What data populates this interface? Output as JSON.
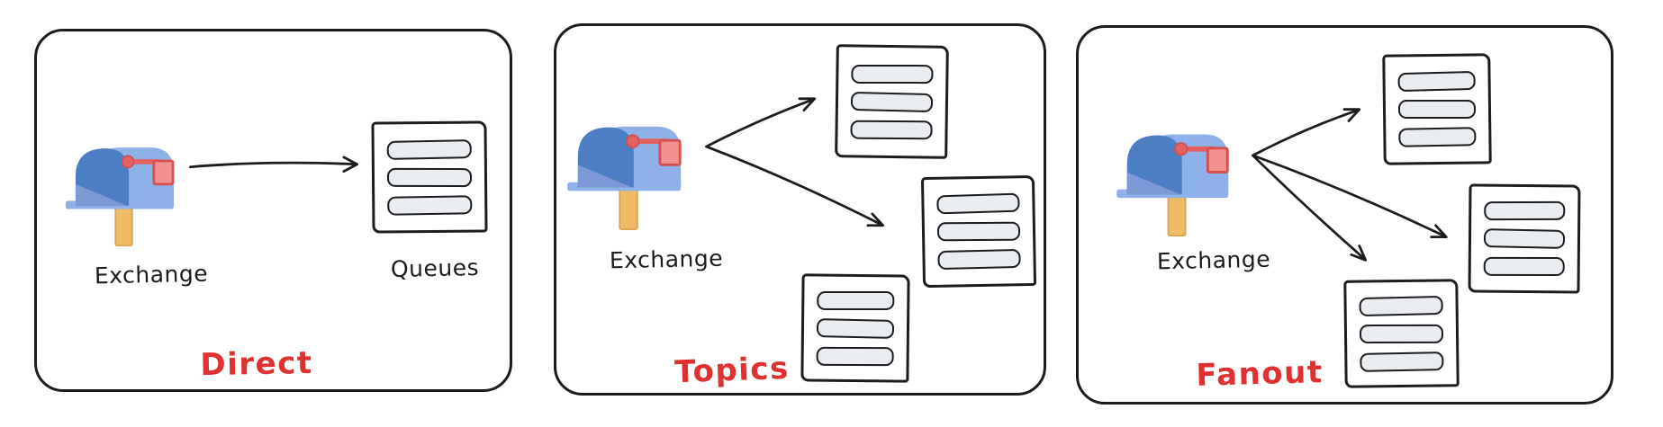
{
  "title": "Exchange types diagram",
  "icons": {
    "exchange": "mailbox-icon",
    "queue": "queue-box"
  },
  "colors": {
    "ink": "#1c1c1c",
    "accent_red": "#e03131",
    "queue_bar_fill": "#e9edf1",
    "panel_bg": "#ffffff",
    "mailbox_body": "#8db1e8",
    "mailbox_arch": "#4d7dc2",
    "mailbox_shade": "#7b9ad6",
    "mailbox_flag": "#e4625f",
    "mailbox_flag_face": "#f2918f",
    "mailbox_flag_stroke": "#d5504e",
    "mailbox_post": "#f0bb67"
  },
  "panels": [
    {
      "id": "direct",
      "title": "Direct",
      "exchange_label": "Exchange",
      "queues_label": "Queues",
      "queue_box_count": 1,
      "arrow_count": 1
    },
    {
      "id": "topics",
      "title": "Topics",
      "exchange_label": "Exchange",
      "queue_box_count": 3,
      "arrow_count": 2
    },
    {
      "id": "fanout",
      "title": "Fanout",
      "exchange_label": "Exchange",
      "queue_box_count": 3,
      "arrow_count": 3
    }
  ]
}
